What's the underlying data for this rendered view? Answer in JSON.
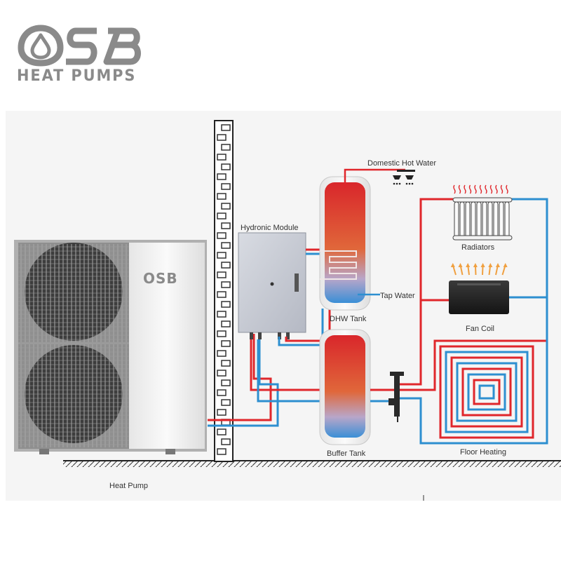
{
  "brand": {
    "logo_text": "OSB",
    "logo_subtitle": "HEAT PUMPS",
    "unit_badge": "OSB"
  },
  "labels": {
    "domestic_hot_water": "Domestic Hot Water",
    "hydronic_module": "Hydronic Module",
    "dhw_tank": "DHW Tank",
    "tap_water": "Tap Water",
    "buffer_tank": "Buffer Tank",
    "radiators": "Radiators",
    "fan_coil": "Fan Coil",
    "floor_heating": "Floor Heating",
    "heat_pump": "Heat Pump"
  },
  "colors": {
    "supply": "#e0262b",
    "return": "#2d8fd0",
    "panel_bg": "#f5f5f5"
  }
}
